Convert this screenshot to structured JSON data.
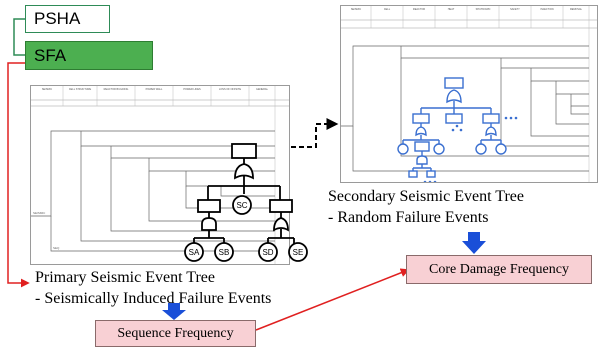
{
  "boxes": {
    "psha": "PSHA",
    "sfa": "SFA",
    "core_damage": "Core Damage Frequency",
    "sequence": "Sequence Frequency"
  },
  "captions": {
    "primary_line1": "Primary Seismic Event Tree",
    "primary_line2": "- Seismically Induced Failure Events",
    "secondary_line1": "Secondary Seismic Event Tree",
    "secondary_line2": "- Random Failure Events"
  },
  "basic_events": {
    "sc": "SC",
    "sa": "SA",
    "sb": "SB",
    "sd": "SD",
    "se": "SE"
  },
  "colors": {
    "arrow_red": "#e02020",
    "arrow_blue": "#1a4fd8",
    "sfa_green": "#4caf50",
    "pink_box": "#f8d0d4",
    "secondary_tree_blue": "#3a6fd0"
  }
}
